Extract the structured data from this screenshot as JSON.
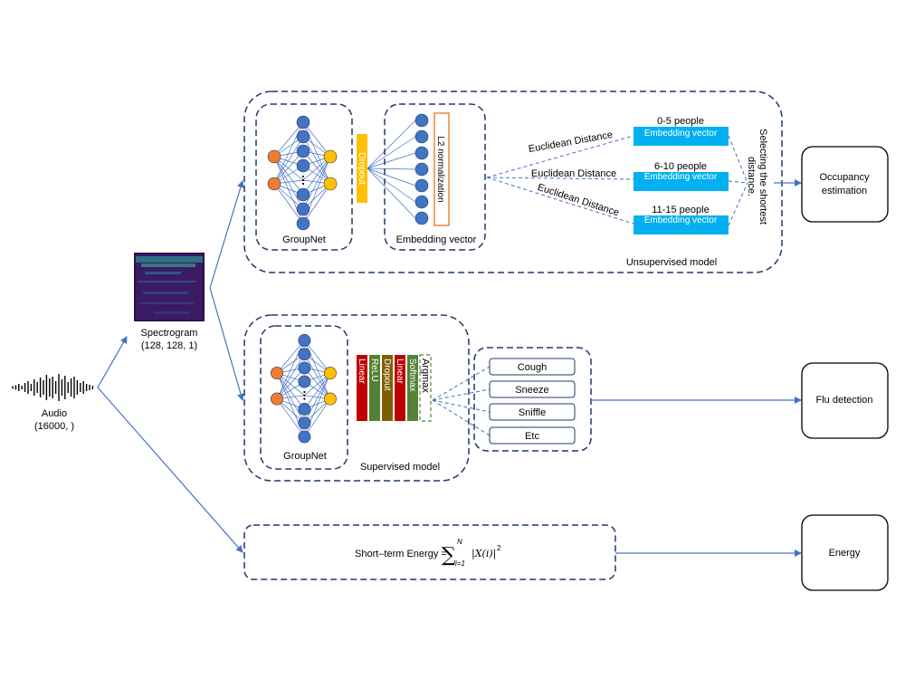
{
  "audio": {
    "label": "Audio",
    "shape": "(16000, )"
  },
  "spectrogram": {
    "label": "Spectrogram",
    "shape": "(128, 128, 1)"
  },
  "unsupervised": {
    "title": "Unsupervised model",
    "groupnet_label": "GroupNet",
    "dropout_label": "Dropout",
    "l2_label": "L2 normalization",
    "embedding_title": "Embedding vector",
    "distance_label": "Euclidean Distance",
    "selecting_line1": "Selecting the shortest",
    "selecting_line2": "distance.",
    "classes": [
      {
        "range": "0-5 people",
        "box": "Embedding vector"
      },
      {
        "range": "6-10 people",
        "box": "Embedding vector"
      },
      {
        "range": "11-15 people",
        "box": "Embedding vector"
      }
    ]
  },
  "supervised": {
    "title": "Supervised model",
    "groupnet_label": "GroupNet",
    "layers": [
      "Linear",
      "ReLU",
      "Dropout",
      "Linear",
      "Softmax",
      "Argmax"
    ],
    "classes": [
      "Cough",
      "Sneeze",
      "Sniffle",
      "Etc"
    ]
  },
  "energy": {
    "formula_prefix": "Short–term Energy =",
    "sum_upper": "N",
    "sum_lower": "i=1",
    "formula_body": "|X(i)|",
    "exponent": "2"
  },
  "outputs": {
    "occupancy_line1": "Occupancy",
    "occupancy_line2": "estimation",
    "flu": "Flu detection",
    "energy": "Energy"
  },
  "colors": {
    "accent": "#4472c4",
    "node_blue": "#4472c4",
    "node_orange": "#ed7d31",
    "node_yellow": "#ffc000",
    "dropout_yellow": "#ffc000",
    "embedding_cyan": "#00b0f0",
    "l2_border": "#ed7d31",
    "layer_red": "#c00000",
    "layer_green": "#538135",
    "layer_olive": "#7f6000",
    "frame": "#1f3a68"
  }
}
